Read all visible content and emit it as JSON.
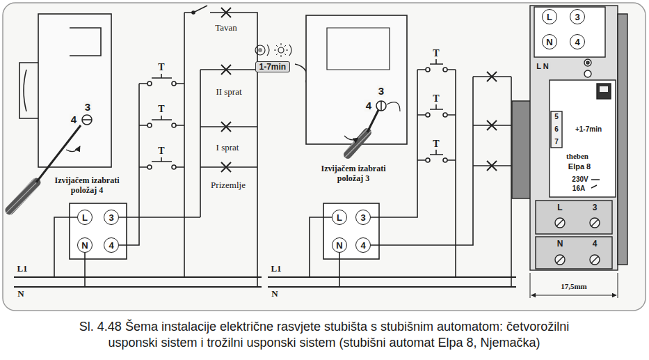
{
  "diagram": {
    "caption": "Sl. 4.48 Šema instalacije električne rasvjete stubišta s stubišnim automatom: četvorožilni usponski sistem i trožilni usponski sistem (stubišni automat Elpa 8, Njemačka)",
    "nodes": [
      {
        "text": [
          "L"
        ]
      },
      {
        "text": [
          "3"
        ]
      },
      {
        "text": [
          "N"
        ]
      },
      {
        "text": [
          "4"
        ]
      },
      {
        "text": [
          "1-7min"
        ]
      },
      {
        "text": [
          "L"
        ]
      },
      {
        "text": [
          "3"
        ]
      },
      {
        "text": [
          "N"
        ]
      },
      {
        "text": [
          "4"
        ]
      },
      {
        "text": [
          "L"
        ]
      },
      {
        "text": [
          "3"
        ]
      },
      {
        "text": [
          "N"
        ]
      },
      {
        "text": [
          "4"
        ]
      }
    ],
    "labels": [
      "3",
      "4",
      "Tavan",
      "T",
      "II sprat",
      "T",
      "I sprat",
      "T",
      "Prizemlje",
      "Izvijačem izabrati položaj 4",
      "L1",
      "N",
      "3",
      "4",
      "T",
      "T",
      "T",
      "Izvijačem izabrati položaj 3",
      "L1",
      "N",
      "L N",
      "5",
      "6",
      "+1-7min",
      "7",
      "theben",
      "Elpa 8",
      "230V",
      "16A",
      "L",
      "3",
      "N",
      "4",
      "17,5mm"
    ]
  }
}
